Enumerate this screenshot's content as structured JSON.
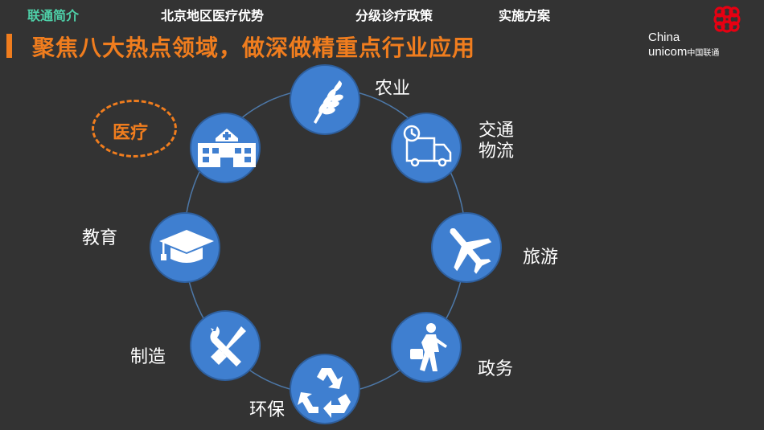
{
  "nav": {
    "items": [
      "联通简介",
      "北京地区医疗优势",
      "分级诊疗政策",
      "实施方案"
    ],
    "active_index": 0
  },
  "title": "聚焦八大热点领域，做深做精重点行业应用",
  "logo": {
    "line1": "China",
    "line2": "unicom",
    "line2_cn": "中国联通"
  },
  "sectors": [
    {
      "label": "农业",
      "icon": "wheat-icon"
    },
    {
      "label": "交通\n物流",
      "icon": "delivery-truck-icon"
    },
    {
      "label": "旅游",
      "icon": "airplane-icon"
    },
    {
      "label": "政务",
      "icon": "businessman-icon"
    },
    {
      "label": "环保",
      "icon": "recycle-icon"
    },
    {
      "label": "制造",
      "icon": "tools-icon"
    },
    {
      "label": "教育",
      "icon": "graduation-cap-icon"
    },
    {
      "label": "医疗",
      "icon": "hospital-icon"
    }
  ],
  "highlighted_label": "医疗",
  "colors": {
    "accent": "#f07d1e",
    "nav_active": "#4ed0a8",
    "node": "#3f7fd0",
    "ring": "#4d78a8",
    "background": "#333333"
  }
}
